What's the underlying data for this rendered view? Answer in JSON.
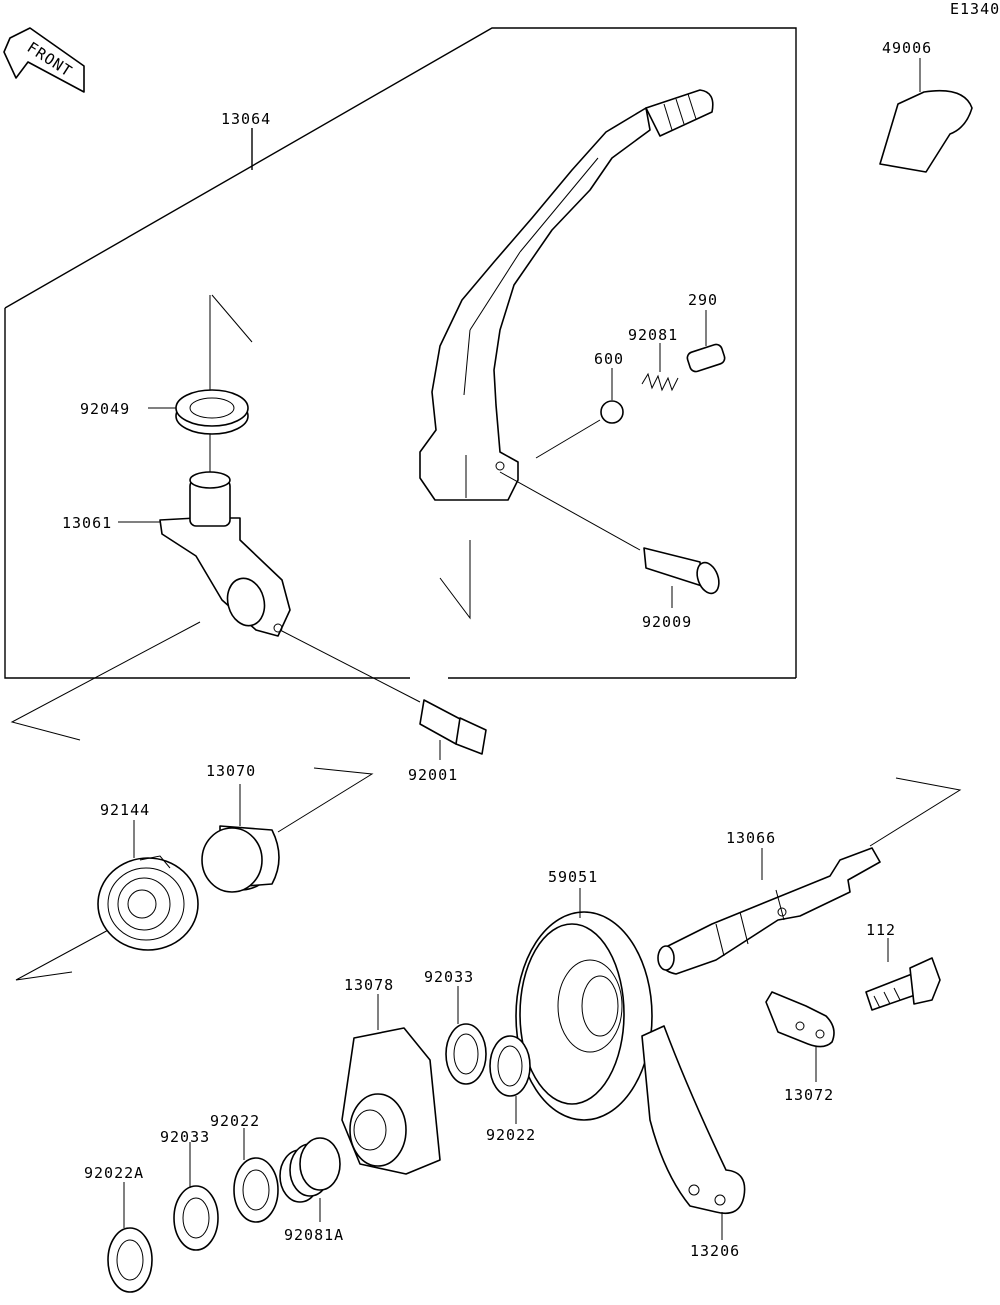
{
  "diagram_code": "E1340",
  "front_label": "FRONT",
  "parts": {
    "p13064": "13064",
    "p49006": "49006",
    "p290": "290",
    "p92081": "92081",
    "p600": "600",
    "p92049": "92049",
    "p13061": "13061",
    "p92009": "92009",
    "p92001": "92001",
    "p13070": "13070",
    "p92144": "92144",
    "p13066": "13066",
    "p59051": "59051",
    "p13078": "13078",
    "p92033a": "92033",
    "p92022a": "92022",
    "p92022b": "92022",
    "p92033b": "92033",
    "p92022A": "92022A",
    "p92081A": "92081A",
    "p112": "112",
    "p13072": "13072",
    "p13206": "13206"
  }
}
